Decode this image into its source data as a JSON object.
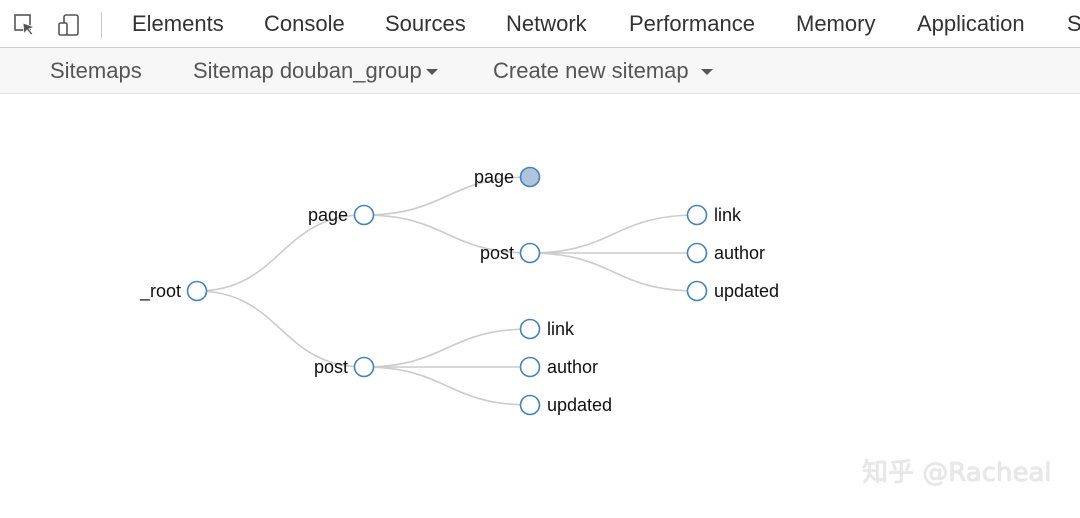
{
  "devtools": {
    "tabs": [
      {
        "label": "Elements"
      },
      {
        "label": "Console"
      },
      {
        "label": "Sources"
      },
      {
        "label": "Network"
      },
      {
        "label": "Performance"
      },
      {
        "label": "Memory"
      },
      {
        "label": "Application"
      },
      {
        "label": "S"
      }
    ],
    "icons": [
      "inspect-element-icon",
      "device-toolbar-icon"
    ]
  },
  "scraper_nav": {
    "sitemaps": "Sitemaps",
    "sitemap_menu": "Sitemap douban_group",
    "create_new": "Create new sitemap"
  },
  "tree": {
    "name": "_root",
    "children": [
      {
        "name": "page",
        "children": [
          {
            "name": "page",
            "collapsed": true
          },
          {
            "name": "post",
            "children": [
              {
                "name": "link"
              },
              {
                "name": "author"
              },
              {
                "name": "updated"
              }
            ]
          }
        ]
      },
      {
        "name": "post",
        "children": [
          {
            "name": "link"
          },
          {
            "name": "author"
          },
          {
            "name": "updated"
          }
        ]
      }
    ]
  },
  "colors": {
    "node_stroke": "#4682b4",
    "node_collapsed_fill": "#b0c4de",
    "link": "#cccccc"
  },
  "watermark": "知乎 @Racheal"
}
